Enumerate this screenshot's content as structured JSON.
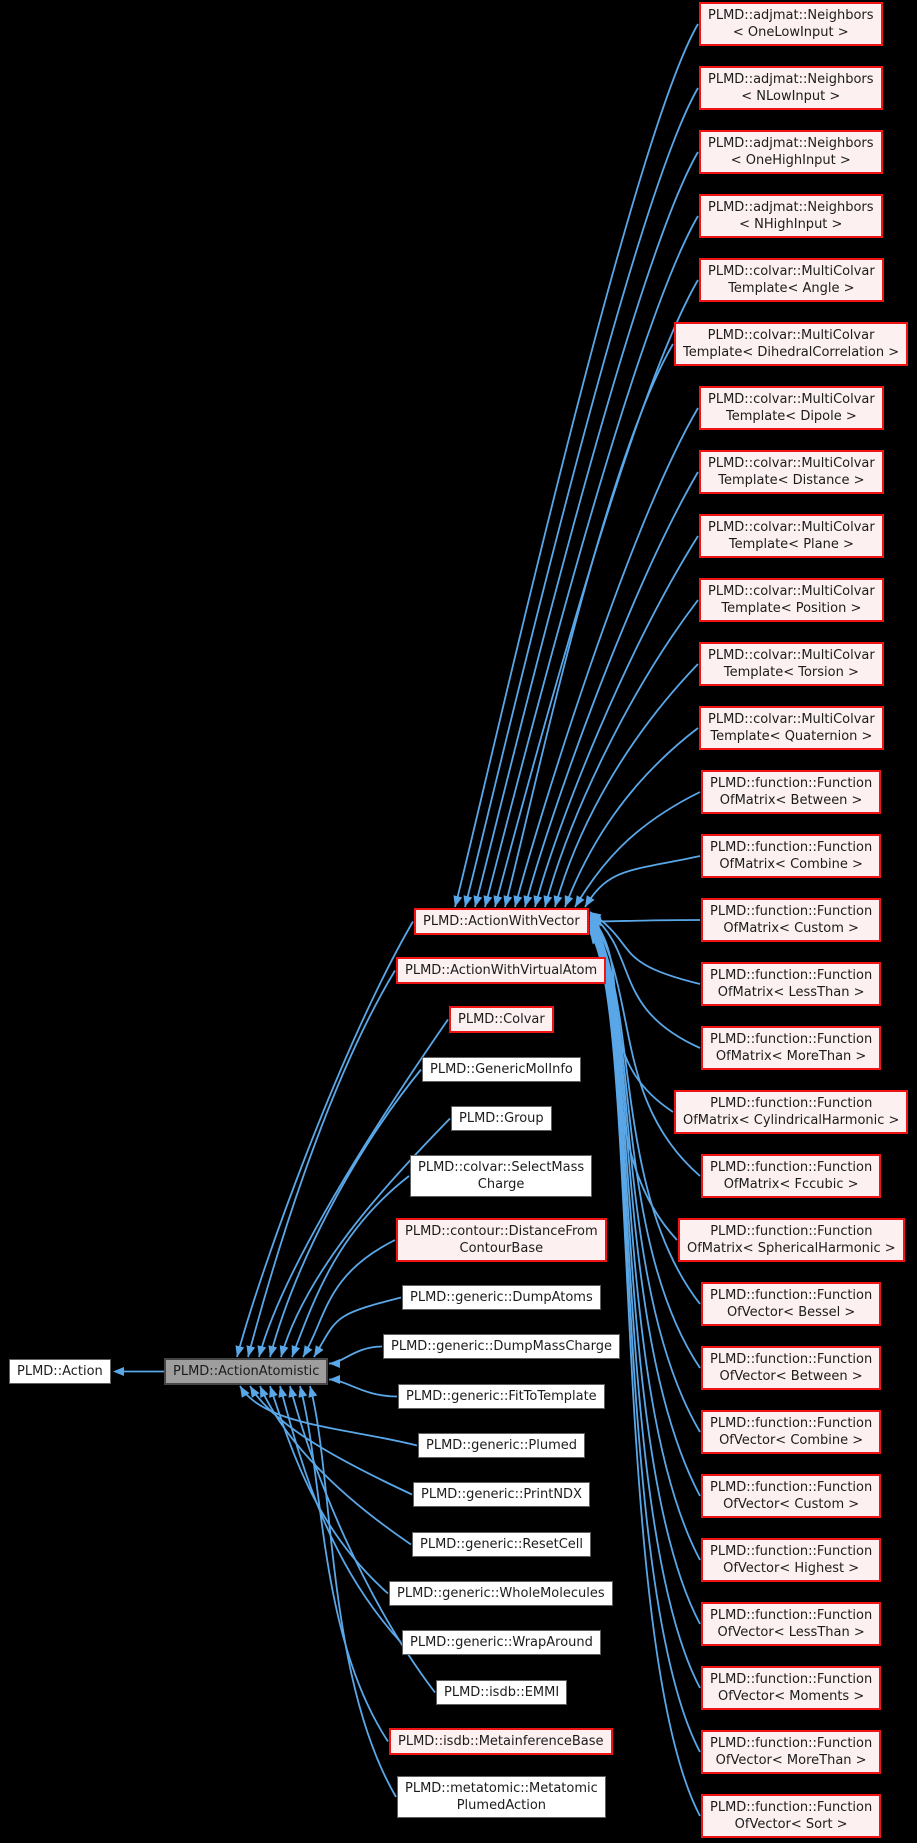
{
  "diagram": {
    "background_color": "#000000",
    "edge_color": "#5aa7e8",
    "node_styles": {
      "plain": {
        "fill": "#ffffff",
        "border": "#5f5f5f"
      },
      "red": {
        "fill": "#fcf0f0",
        "border": "#f11414"
      },
      "current": {
        "fill": "#9e9e9e",
        "border": "#454545"
      }
    },
    "root": {
      "lines": [
        "PLMD::Action"
      ],
      "style": "plain"
    },
    "current": {
      "lines": [
        "PLMD::ActionAtomistic"
      ],
      "style": "current"
    },
    "atomistic_children": [
      {
        "lines": [
          "PLMD::ActionWithVector"
        ],
        "style": "red"
      },
      {
        "lines": [
          "PLMD::ActionWithVirtualAtom"
        ],
        "style": "red"
      },
      {
        "lines": [
          "PLMD::Colvar"
        ],
        "style": "red"
      },
      {
        "lines": [
          "PLMD::GenericMolInfo"
        ],
        "style": "plain"
      },
      {
        "lines": [
          "PLMD::Group"
        ],
        "style": "plain"
      },
      {
        "lines": [
          "PLMD::colvar::SelectMass",
          "Charge"
        ],
        "style": "plain"
      },
      {
        "lines": [
          "PLMD::contour::DistanceFrom",
          "ContourBase"
        ],
        "style": "red"
      },
      {
        "lines": [
          "PLMD::generic::DumpAtoms"
        ],
        "style": "plain"
      },
      {
        "lines": [
          "PLMD::generic::DumpMassCharge"
        ],
        "style": "plain"
      },
      {
        "lines": [
          "PLMD::generic::FitToTemplate"
        ],
        "style": "plain"
      },
      {
        "lines": [
          "PLMD::generic::Plumed"
        ],
        "style": "plain"
      },
      {
        "lines": [
          "PLMD::generic::PrintNDX"
        ],
        "style": "plain"
      },
      {
        "lines": [
          "PLMD::generic::ResetCell"
        ],
        "style": "plain"
      },
      {
        "lines": [
          "PLMD::generic::WholeMolecules"
        ],
        "style": "plain"
      },
      {
        "lines": [
          "PLMD::generic::WrapAround"
        ],
        "style": "plain"
      },
      {
        "lines": [
          "PLMD::isdb::EMMI"
        ],
        "style": "plain"
      },
      {
        "lines": [
          "PLMD::isdb::MetainferenceBase"
        ],
        "style": "red"
      },
      {
        "lines": [
          "PLMD::metatomic::Metatomic",
          "PlumedAction"
        ],
        "style": "plain"
      }
    ],
    "vector_children": [
      {
        "lines": [
          "PLMD::adjmat::Neighbors",
          "< OneLowInput >"
        ],
        "style": "red"
      },
      {
        "lines": [
          "PLMD::adjmat::Neighbors",
          "< NLowInput >"
        ],
        "style": "red"
      },
      {
        "lines": [
          "PLMD::adjmat::Neighbors",
          "< OneHighInput >"
        ],
        "style": "red"
      },
      {
        "lines": [
          "PLMD::adjmat::Neighbors",
          "< NHighInput >"
        ],
        "style": "red"
      },
      {
        "lines": [
          "PLMD::colvar::MultiColvar",
          "Template< Angle >"
        ],
        "style": "red"
      },
      {
        "lines": [
          "PLMD::colvar::MultiColvar",
          "Template< DihedralCorrelation >"
        ],
        "style": "red"
      },
      {
        "lines": [
          "PLMD::colvar::MultiColvar",
          "Template< Dipole >"
        ],
        "style": "red"
      },
      {
        "lines": [
          "PLMD::colvar::MultiColvar",
          "Template< Distance >"
        ],
        "style": "red"
      },
      {
        "lines": [
          "PLMD::colvar::MultiColvar",
          "Template< Plane >"
        ],
        "style": "red"
      },
      {
        "lines": [
          "PLMD::colvar::MultiColvar",
          "Template< Position >"
        ],
        "style": "red"
      },
      {
        "lines": [
          "PLMD::colvar::MultiColvar",
          "Template< Torsion >"
        ],
        "style": "red"
      },
      {
        "lines": [
          "PLMD::colvar::MultiColvar",
          "Template< Quaternion >"
        ],
        "style": "red"
      },
      {
        "lines": [
          "PLMD::function::Function",
          "OfMatrix< Between >"
        ],
        "style": "red"
      },
      {
        "lines": [
          "PLMD::function::Function",
          "OfMatrix< Combine >"
        ],
        "style": "red"
      },
      {
        "lines": [
          "PLMD::function::Function",
          "OfMatrix< Custom >"
        ],
        "style": "red"
      },
      {
        "lines": [
          "PLMD::function::Function",
          "OfMatrix< LessThan >"
        ],
        "style": "red"
      },
      {
        "lines": [
          "PLMD::function::Function",
          "OfMatrix< MoreThan >"
        ],
        "style": "red"
      },
      {
        "lines": [
          "PLMD::function::Function",
          "OfMatrix< CylindricalHarmonic >"
        ],
        "style": "red"
      },
      {
        "lines": [
          "PLMD::function::Function",
          "OfMatrix< Fccubic >"
        ],
        "style": "red"
      },
      {
        "lines": [
          "PLMD::function::Function",
          "OfMatrix< SphericalHarmonic >"
        ],
        "style": "red"
      },
      {
        "lines": [
          "PLMD::function::Function",
          "OfVector< Bessel >"
        ],
        "style": "red"
      },
      {
        "lines": [
          "PLMD::function::Function",
          "OfVector< Between >"
        ],
        "style": "red"
      },
      {
        "lines": [
          "PLMD::function::Function",
          "OfVector< Combine >"
        ],
        "style": "red"
      },
      {
        "lines": [
          "PLMD::function::Function",
          "OfVector< Custom >"
        ],
        "style": "red"
      },
      {
        "lines": [
          "PLMD::function::Function",
          "OfVector< Highest >"
        ],
        "style": "red"
      },
      {
        "lines": [
          "PLMD::function::Function",
          "OfVector< LessThan >"
        ],
        "style": "red"
      },
      {
        "lines": [
          "PLMD::function::Function",
          "OfVector< Moments >"
        ],
        "style": "red"
      },
      {
        "lines": [
          "PLMD::function::Function",
          "OfVector< MoreThan >"
        ],
        "style": "red"
      },
      {
        "lines": [
          "PLMD::function::Function",
          "OfVector< Sort >"
        ],
        "style": "red"
      }
    ]
  }
}
